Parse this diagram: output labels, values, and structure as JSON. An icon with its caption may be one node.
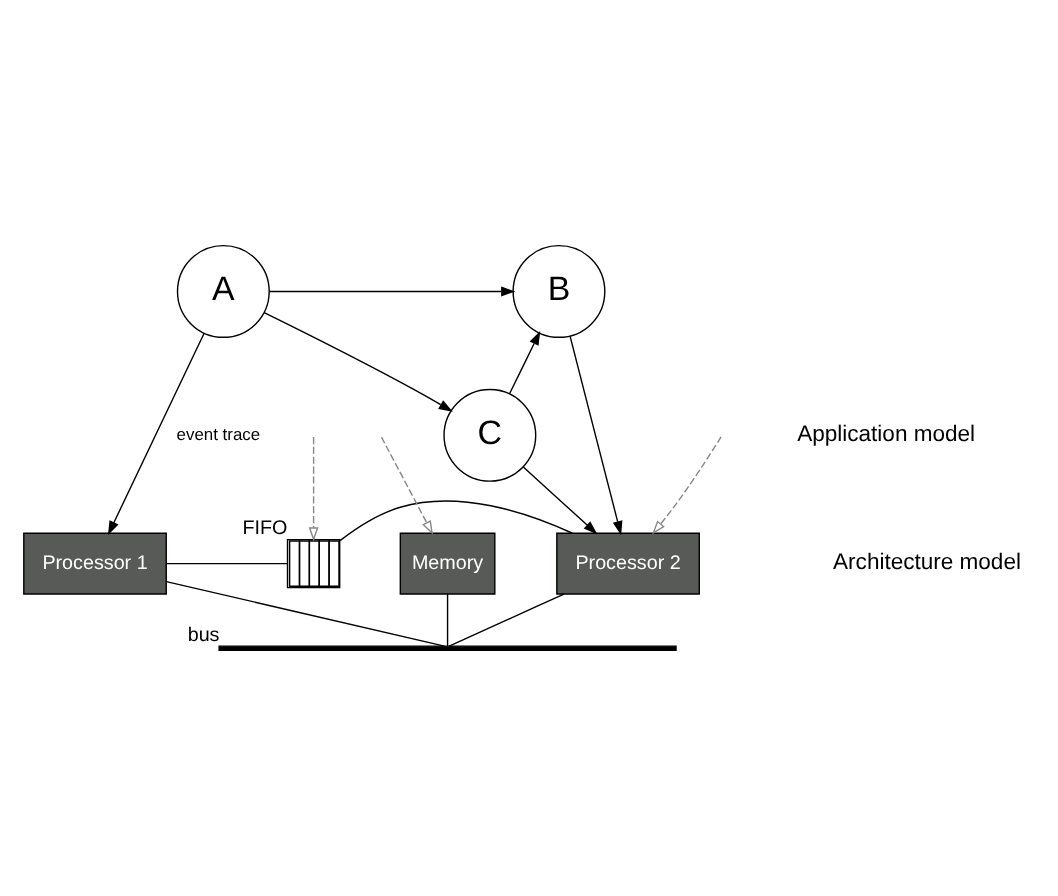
{
  "diagram": {
    "nodes": [
      {
        "text": [
          "A"
        ]
      },
      {
        "text": [
          "B"
        ]
      },
      {
        "text": [
          "C"
        ]
      },
      {
        "text": [
          "Processor 1"
        ]
      },
      {
        "text": [],
        "shape": "box",
        "beside": [
          "FIFO"
        ]
      },
      {
        "text": [
          "Processor 2"
        ]
      },
      {
        "text": [],
        "shape": "bar",
        "beside": [
          "bus"
        ]
      },
      {
        "text": [
          "Memory"
        ]
      }
    ],
    "edges": [
      {
        "from": 0,
        "to": 1,
        "arrow": "to"
      },
      {
        "from": 0,
        "to": 2,
        "arrow": "to"
      },
      {
        "from": 2,
        "to": 1,
        "arrow": "to"
      },
      {
        "from": 0,
        "to": 3,
        "arrow": "to",
        "label": "event trace"
      },
      {
        "from": 2,
        "to": 5,
        "arrow": "to"
      },
      {
        "from": 1,
        "to": 5,
        "arrow": "to"
      },
      {
        "from": null,
        "to": 4,
        "arrow": "to",
        "style": "dashed",
        "color": "#888888"
      },
      {
        "from": null,
        "to": 7,
        "arrow": "to",
        "style": "dashed",
        "color": "#888888"
      },
      {
        "from": null,
        "to": 5,
        "arrow": "to",
        "style": "dashed",
        "color": "#888888"
      },
      {
        "from": 3,
        "to": 4,
        "arrow": "none"
      },
      {
        "from": 4,
        "to": 5,
        "arrow": "none"
      },
      {
        "from": 3,
        "to": 6,
        "arrow": "none"
      },
      {
        "from": 5,
        "to": 6,
        "arrow": "none"
      },
      {
        "from": 7,
        "to": 6,
        "arrow": "none"
      }
    ],
    "labels": [
      "Application model",
      "Architecture model"
    ]
  }
}
